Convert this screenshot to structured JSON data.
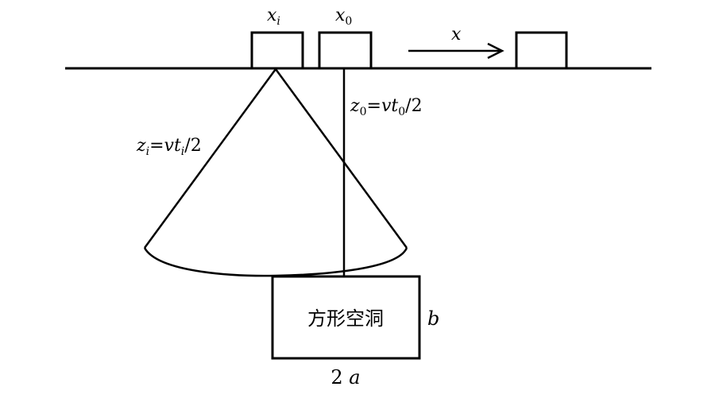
{
  "diagram": {
    "receiver_left_label": {
      "base": "x",
      "sub": "i"
    },
    "receiver_center_label": {
      "base": "x",
      "sub": "0"
    },
    "direction_label": "x",
    "depth_vertical_label": {
      "z": "z",
      "sub0": "0",
      "eq": "=",
      "v": "v",
      "t": "t",
      "sub1": "0",
      "div": "/2"
    },
    "depth_slant_label": {
      "z": "z",
      "sub0": "i",
      "eq": "=",
      "v": "v",
      "t": "t",
      "sub1": "i",
      "div": "/2"
    },
    "cavity_label": "方形空洞",
    "cavity_height_label": "b",
    "cavity_width_label": "2a"
  }
}
